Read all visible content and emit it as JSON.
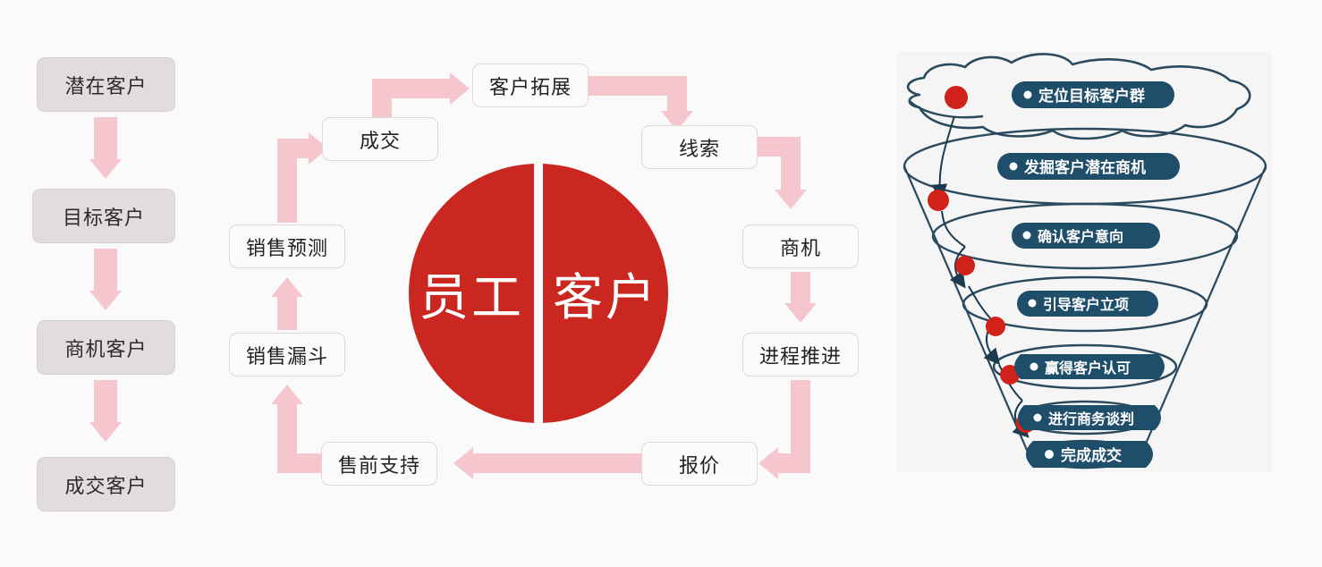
{
  "left_column": {
    "title": "customer-stage-ladder",
    "box_fill": "#e3dcdc",
    "arrow_color": "#f6c6ce",
    "steps": [
      {
        "label": "潜在客户"
      },
      {
        "label": "目标客户"
      },
      {
        "label": "商机客户"
      },
      {
        "label": "成交客户"
      }
    ]
  },
  "center": {
    "circle": {
      "color": "#c9271f",
      "left_label": "员工",
      "right_label": "客户"
    },
    "cycle_nodes": [
      {
        "id": "customer-expansion",
        "label": "客户拓展"
      },
      {
        "id": "lead",
        "label": "线索"
      },
      {
        "id": "opportunity",
        "label": "商机"
      },
      {
        "id": "process-advance",
        "label": "进程推进"
      },
      {
        "id": "quotation",
        "label": "报价"
      },
      {
        "id": "presales-support",
        "label": "售前支持"
      },
      {
        "id": "sales-funnel",
        "label": "销售漏斗"
      },
      {
        "id": "sales-forecast",
        "label": "销售预测"
      },
      {
        "id": "deal-closed",
        "label": "成交"
      }
    ]
  },
  "funnel": {
    "background": "#f5f5f5",
    "outline_color": "#2b4a5e",
    "pill_color": "#1f4e6b",
    "dot_color": "#d0211a",
    "stages": [
      {
        "index": 1,
        "label": "定位目标客户群"
      },
      {
        "index": 2,
        "label": "发掘客户潜在商机"
      },
      {
        "index": 3,
        "label": "确认客户意向"
      },
      {
        "index": 4,
        "label": "引导客户立项"
      },
      {
        "index": 5,
        "label": "赢得客户认可"
      },
      {
        "index": 6,
        "label": "进行商务谈判"
      },
      {
        "index": 7,
        "label": "完成成交"
      }
    ]
  }
}
